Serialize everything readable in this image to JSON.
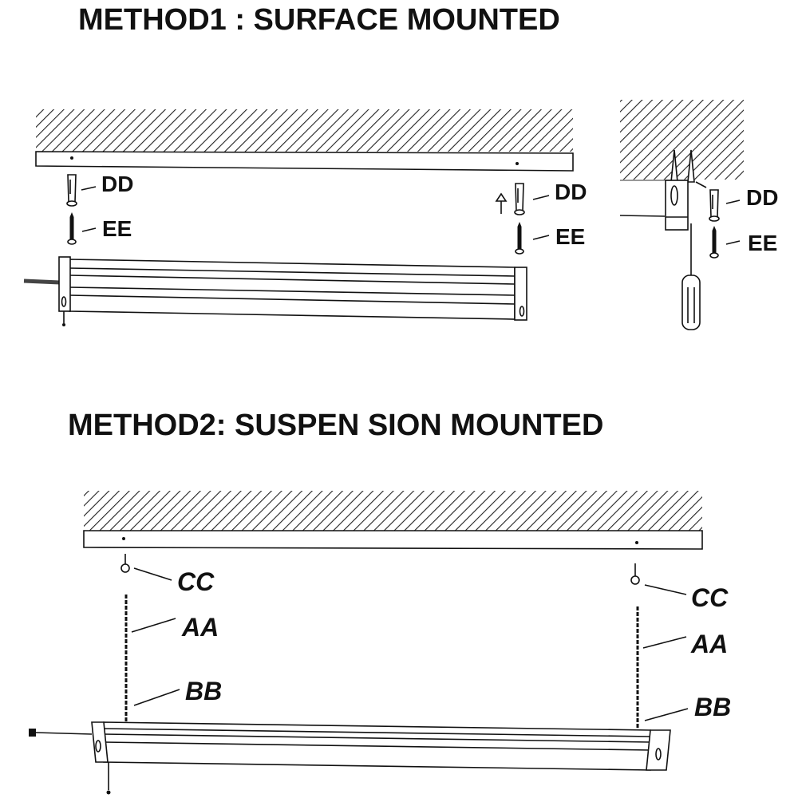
{
  "method1": {
    "title": "METHOD1 : SURFACE MOUNTED",
    "labels": {
      "dd": "DD",
      "ee": "EE"
    }
  },
  "method2": {
    "title": "METHOD2: SUSPEN SION MOUNTED",
    "labels": {
      "cc": "CC",
      "aa": "AA",
      "bb": "BB"
    }
  }
}
